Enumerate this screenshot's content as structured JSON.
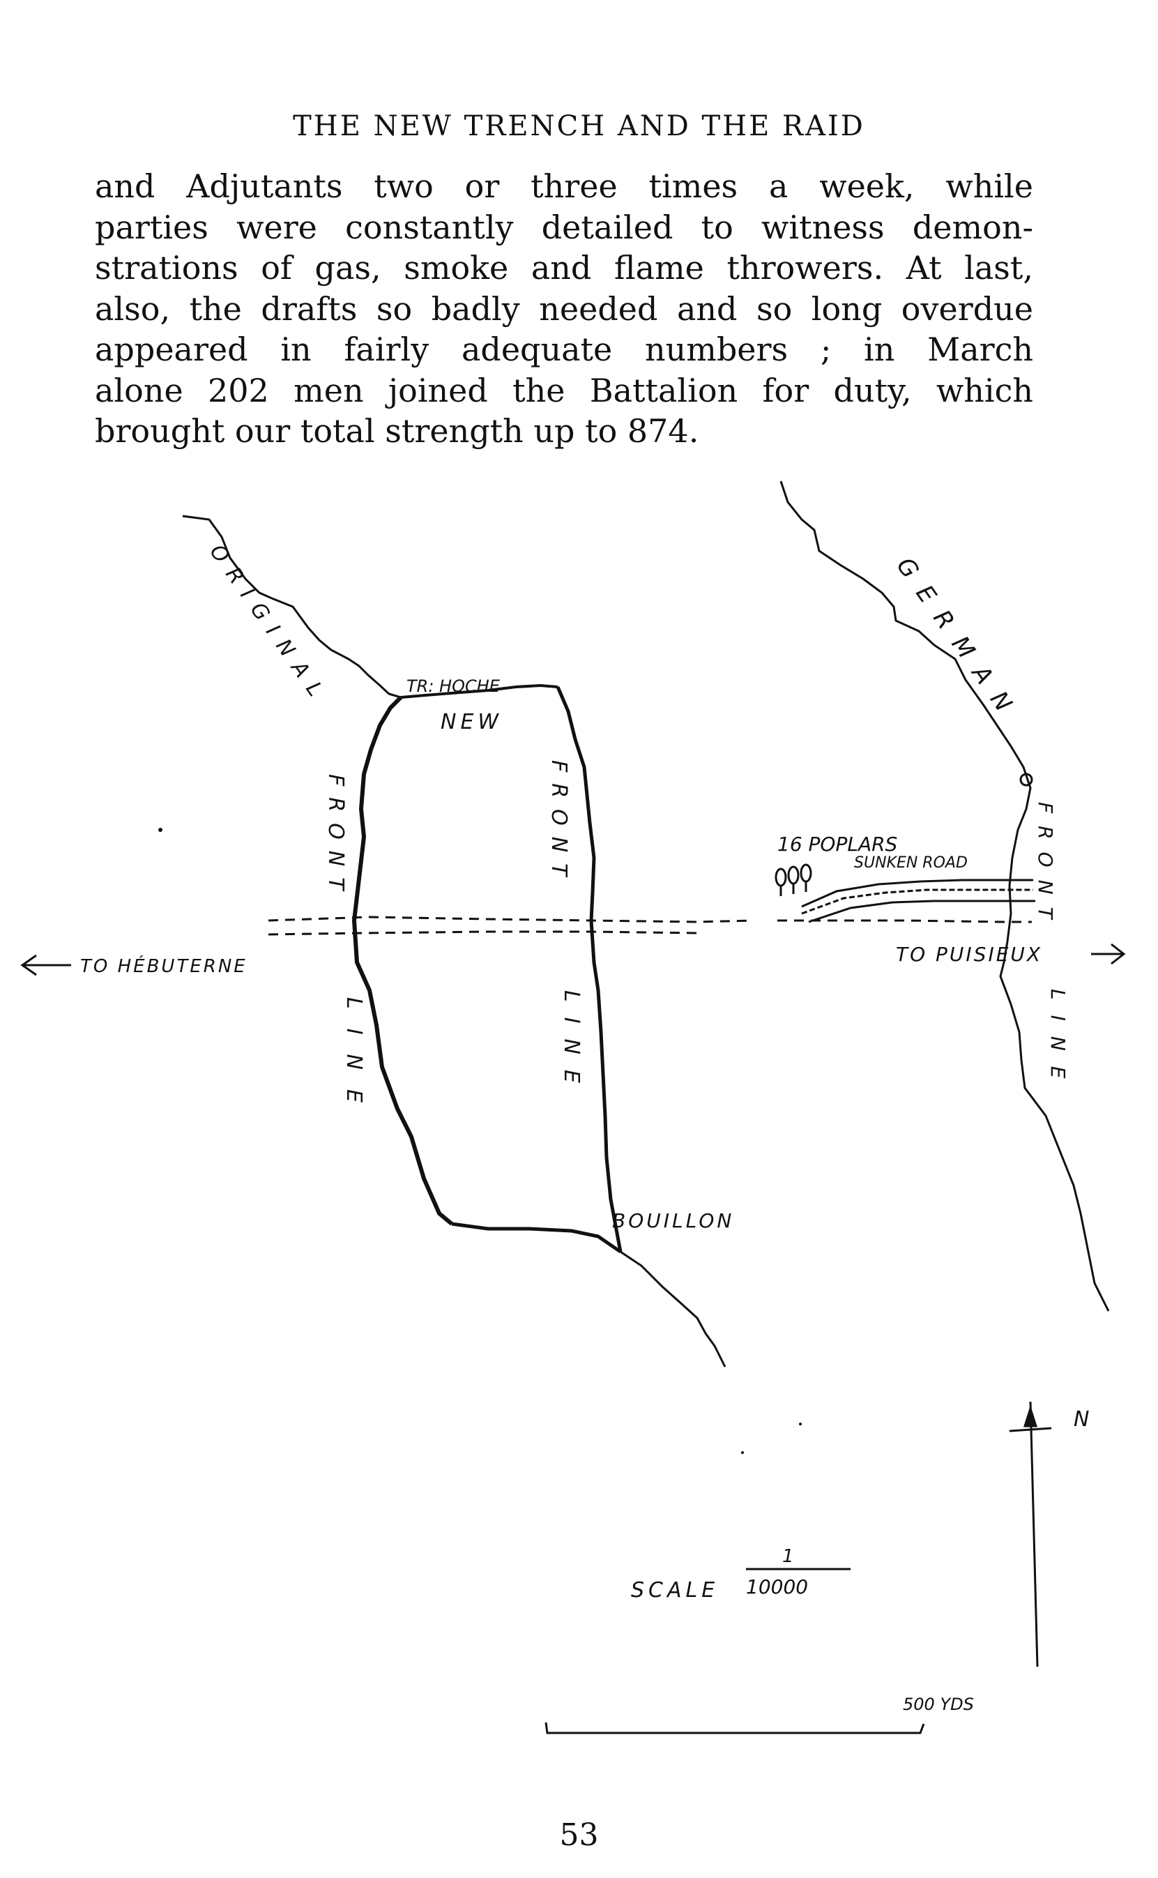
{
  "running_head": "THE NEW TRENCH AND THE RAID",
  "body_lines": [
    "and Adjutants two or three times a week, while",
    "parties were constantly detailed to witness demon-",
    "strations of gas, smoke and flame throwers. At last,",
    "also, the drafts so badly needed and so long overdue",
    "appeared in fairly adequate numbers ; in March",
    "alone 202 men joined the Battalion for duty, which",
    "brought our total strength up to 874."
  ],
  "map": {
    "original_label": "ORIGINAL",
    "front_left": "FRONT",
    "line_left": "LINE",
    "tr_hoche": "TR: HOCHE",
    "new_label": "NEW",
    "front_new": "FRONT",
    "line_new": "LINE",
    "bouillon": "BOUILLON",
    "german_label": "GERMAN",
    "front_right": "FRONT",
    "line_right": "LINE",
    "poplars": "16 POPLARS",
    "sunken_road": "SUNKEN ROAD",
    "to_hebuterne": "TO HÉBUTERNE",
    "to_puisieux": "TO PUISIEUX",
    "scale_label": "SCALE",
    "scale_num": "1",
    "scale_den": "10000",
    "yards_label": "500 YDS",
    "north_label": "N"
  },
  "page_number": "53"
}
